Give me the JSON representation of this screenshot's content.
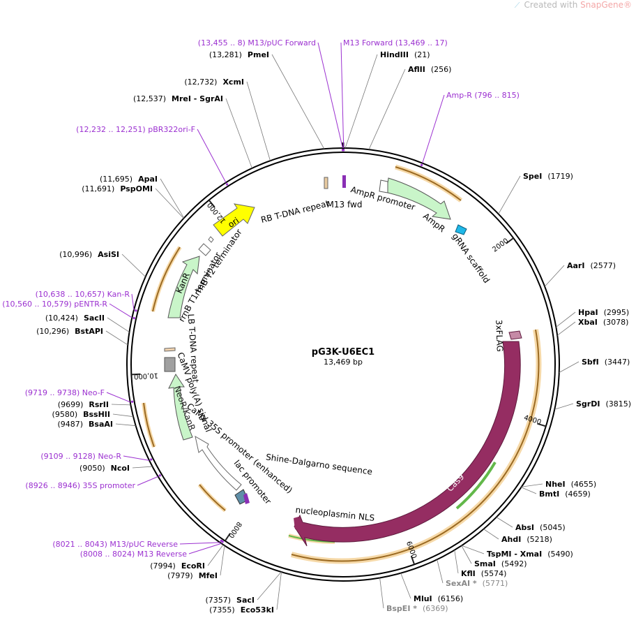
{
  "watermark": {
    "prefix": "Created with",
    "brand": "SnapGene",
    "mark": "®",
    "icon": "snapgene-logo-icon"
  },
  "plasmid": {
    "name": "pG3K-U6EC1",
    "size_label": "13,469 bp",
    "total_bp": 13469
  },
  "colors": {
    "site": "#000000",
    "primer": "#9b30d0",
    "starred": "#888888",
    "cas9": "#952d62",
    "marker": "#c9f5c9",
    "ori": "#ffff00",
    "orf": "#e7a43f",
    "scaffold": "#1fb8e8",
    "ticks": "#222222"
  },
  "ticks": [
    {
      "label": "2000",
      "pos": 2000
    },
    {
      "label": "4000",
      "pos": 4000
    },
    {
      "label": "6000",
      "pos": 6000
    },
    {
      "label": "8000",
      "pos": 8000
    },
    {
      "label": "10,000",
      "pos": 10000
    },
    {
      "label": "12,000",
      "pos": 12000
    }
  ],
  "sites": [
    {
      "pos": "(13,281)",
      "name": "PmeI",
      "bp": 13281,
      "style": "site"
    },
    {
      "pos": "(21)",
      "name": "HindIII",
      "bp": 21,
      "style": "site"
    },
    {
      "pos": "(256)",
      "name": "AflII",
      "bp": 256,
      "style": "site"
    },
    {
      "pos": "(1719)",
      "name": "SpeI",
      "bp": 1719,
      "style": "site"
    },
    {
      "pos": "(2577)",
      "name": "AarI",
      "bp": 2577,
      "style": "site"
    },
    {
      "pos": "(2995)",
      "name": "HpaI",
      "bp": 2995,
      "style": "site"
    },
    {
      "pos": "(3078)",
      "name": "XbaI",
      "bp": 3078,
      "style": "site"
    },
    {
      "pos": "(3447)",
      "name": "SbfI",
      "bp": 3447,
      "style": "site"
    },
    {
      "pos": "(3815)",
      "name": "SgrDI",
      "bp": 3815,
      "style": "site"
    },
    {
      "pos": "(4655)",
      "name": "NheI",
      "bp": 4655,
      "style": "site"
    },
    {
      "pos": "(4659)",
      "name": "BmtI",
      "bp": 4659,
      "style": "site"
    },
    {
      "pos": "(5045)",
      "name": "AbsI",
      "bp": 5045,
      "style": "site"
    },
    {
      "pos": "(5218)",
      "name": "AhdI",
      "bp": 5218,
      "style": "site"
    },
    {
      "pos": "(5490)",
      "name": "TspMI - XmaI",
      "bp": 5490,
      "style": "site"
    },
    {
      "pos": "(5492)",
      "name": "SmaI",
      "bp": 5492,
      "style": "site"
    },
    {
      "pos": "(5574)",
      "name": "KflI",
      "bp": 5574,
      "style": "site"
    },
    {
      "pos": "(5771)",
      "name": "SexAI *",
      "bp": 5771,
      "style": "starred"
    },
    {
      "pos": "(6156)",
      "name": "MluI",
      "bp": 6156,
      "style": "site"
    },
    {
      "pos": "(6369)",
      "name": "BspEI *",
      "bp": 6369,
      "style": "starred"
    },
    {
      "pos": "(7357)",
      "name": "SacI",
      "bp": 7357,
      "style": "site"
    },
    {
      "pos": "(7355)",
      "name": "Eco53kI",
      "bp": 7355,
      "style": "site"
    },
    {
      "pos": "(7994)",
      "name": "EcoRI",
      "bp": 7994,
      "style": "site"
    },
    {
      "pos": "(7979)",
      "name": "MfeI",
      "bp": 7979,
      "style": "site"
    },
    {
      "pos": "(9050)",
      "name": "NcoI",
      "bp": 9050,
      "style": "site"
    },
    {
      "pos": "(9487)",
      "name": "BsaAI",
      "bp": 9487,
      "style": "site"
    },
    {
      "pos": "(9580)",
      "name": "BssHII",
      "bp": 9580,
      "style": "site"
    },
    {
      "pos": "(9699)",
      "name": "RsrII",
      "bp": 9699,
      "style": "site"
    },
    {
      "pos": "(10,296)",
      "name": "BstAPI",
      "bp": 10296,
      "style": "site"
    },
    {
      "pos": "(10,424)",
      "name": "SacII",
      "bp": 10424,
      "style": "site"
    },
    {
      "pos": "(10,996)",
      "name": "AsiSI",
      "bp": 10996,
      "style": "site"
    },
    {
      "pos": "(11,691)",
      "name": "PspOMI",
      "bp": 11691,
      "style": "site"
    },
    {
      "pos": "(11,695)",
      "name": "ApaI",
      "bp": 11695,
      "style": "site"
    },
    {
      "pos": "(12,537)",
      "name": "MreI - SgrAI",
      "bp": 12537,
      "style": "site"
    },
    {
      "pos": "(12,732)",
      "name": "XcmI",
      "bp": 12732,
      "style": "site"
    }
  ],
  "primers": [
    {
      "text": "(13,455 .. 8)  M13/pUC Forward",
      "bp": 13465
    },
    {
      "text": "M13 Forward   (13,469 .. 17)",
      "bp": 5
    },
    {
      "text": "Amp-R   (796 .. 815)",
      "bp": 805
    },
    {
      "text": "(12,232 .. 12,251)  pBR322ori-F",
      "bp": 12241
    },
    {
      "text": "(10,638 .. 10,657)  Kan-R",
      "bp": 10647
    },
    {
      "text": "(10,560 .. 10,579)  pENTR-R",
      "bp": 10569
    },
    {
      "text": "(9719 .. 9738)  Neo-F",
      "bp": 9728
    },
    {
      "text": "(9109 .. 9128)  Neo-R",
      "bp": 9118
    },
    {
      "text": "(8926 .. 8946)  35S promoter",
      "bp": 8936
    },
    {
      "text": "(8021 .. 8043)  M13/pUC Reverse",
      "bp": 8032
    },
    {
      "text": "(8008 .. 8024)  M13 Reverse",
      "bp": 8016
    }
  ],
  "features": [
    {
      "label": "RB T-DNA repeat"
    },
    {
      "label": "M13 fwd"
    },
    {
      "label": "AmpR promoter"
    },
    {
      "label": "AmpR"
    },
    {
      "label": "gRNA scaffold"
    },
    {
      "label": "3xFLAG"
    },
    {
      "label": "Cas9"
    },
    {
      "label": "nucleoplasmin NLS"
    },
    {
      "label": "Shine-Dalgarno sequence"
    },
    {
      "label": "lac promoter"
    },
    {
      "label": "CaMV 35S promoter (enhanced)"
    },
    {
      "label": "CaMV poly(A) signal"
    },
    {
      "label": "NeoR/KanR"
    },
    {
      "label": "LB T-DNA repeat"
    },
    {
      "label": "KanR"
    },
    {
      "label": "rrnB T1 terminator"
    },
    {
      "label": "rrnB T2 terminator"
    },
    {
      "label": "ori"
    }
  ]
}
